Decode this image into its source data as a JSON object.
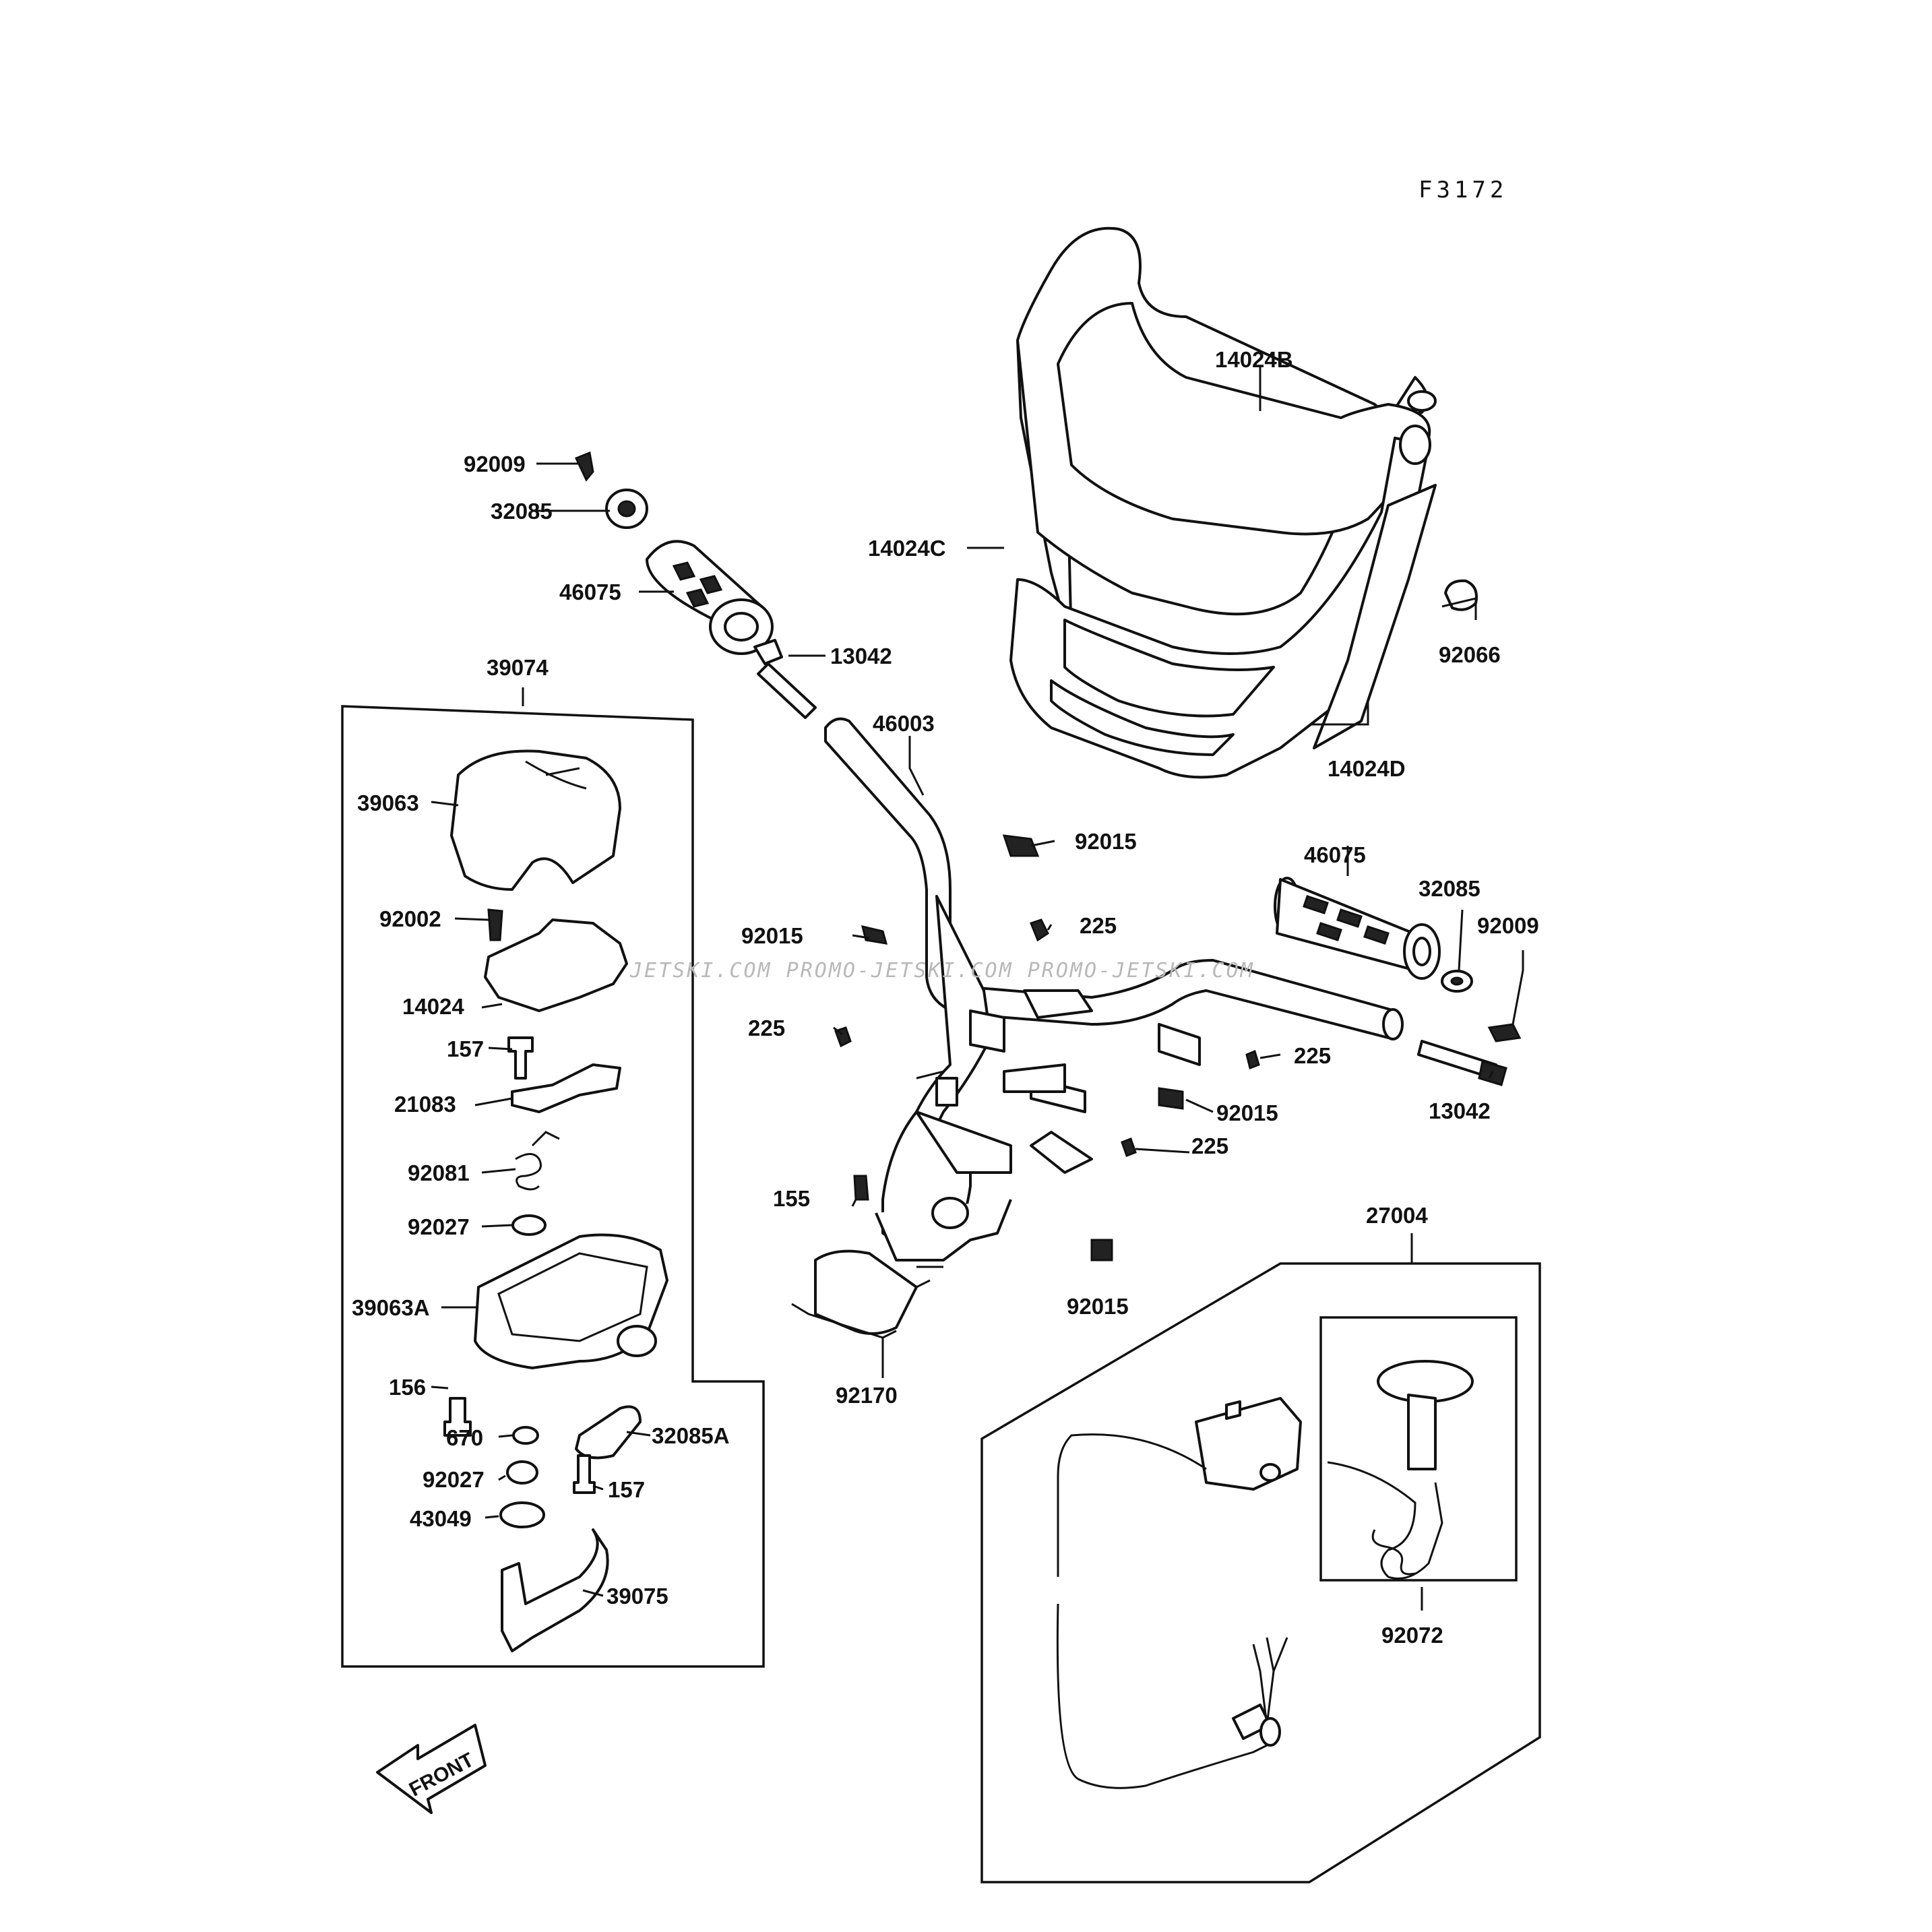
{
  "figure_code": "F3172",
  "watermark": "JETSKI.COM  PROMO-JETSKI.COM  PROMO-JETSKI.COM",
  "front_label": "FRONT",
  "labels": {
    "p14024B": "14024B",
    "p14024C": "14024C",
    "p14024D": "14024D",
    "p92066": "92066",
    "p92009_top": "92009",
    "p32085_top": "32085",
    "p46075_left": "46075",
    "p13042_left": "13042",
    "p39074": "39074",
    "p46003": "46003",
    "p39063": "39063",
    "p92015_a": "92015",
    "p92015_b": "92015",
    "p92015_c": "92015",
    "p92015_d": "92015",
    "p225_a": "225",
    "p225_b": "225",
    "p225_c": "225",
    "p225_d": "225",
    "p46075_right": "46075",
    "p32085_right": "32085",
    "p92009_right": "92009",
    "p13042_right": "13042",
    "p92002": "92002",
    "p14024": "14024",
    "p157_a": "157",
    "p21083": "21083",
    "p92081": "92081",
    "p92027_a": "92027",
    "p39063A": "39063A",
    "p155": "155",
    "p92170": "92170",
    "p27004": "27004",
    "p156": "156",
    "p670": "670",
    "p32085A": "32085A",
    "p92027_b": "92027",
    "p157_b": "157",
    "p43049": "43049",
    "p39075": "39075",
    "p92072": "92072"
  }
}
